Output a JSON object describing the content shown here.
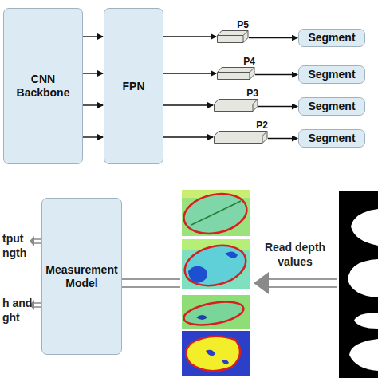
{
  "diagram": {
    "nodes": [
      {
        "text": [
          "CNN Backbone"
        ]
      },
      {
        "text": [
          "FPN"
        ]
      },
      {
        "text": [
          "P5"
        ]
      },
      {
        "text": [
          "P4"
        ]
      },
      {
        "text": [
          "P3"
        ]
      },
      {
        "text": [
          "P2"
        ]
      },
      {
        "text": [
          "Segment"
        ]
      },
      {
        "text": [
          "Segment"
        ]
      },
      {
        "text": [
          "Segment"
        ]
      },
      {
        "text": [
          "Segment"
        ]
      },
      {
        "text": [
          "Measurement Model"
        ]
      }
    ],
    "edges": [
      {
        "from": 0,
        "to": 1,
        "arrow": "to"
      },
      {
        "from": 0,
        "to": 1,
        "arrow": "to"
      },
      {
        "from": 0,
        "to": 1,
        "arrow": "to"
      },
      {
        "from": 0,
        "to": 1,
        "arrow": "to"
      },
      {
        "from": 1,
        "to": 2,
        "arrow": "to"
      },
      {
        "from": 1,
        "to": 3,
        "arrow": "to"
      },
      {
        "from": 1,
        "to": 4,
        "arrow": "to"
      },
      {
        "from": 1,
        "to": 5,
        "arrow": "to"
      },
      {
        "from": 2,
        "to": 6,
        "arrow": "to"
      },
      {
        "from": 3,
        "to": 7,
        "arrow": "to"
      },
      {
        "from": 4,
        "to": 8,
        "arrow": "to"
      },
      {
        "from": 5,
        "to": 9,
        "arrow": "to"
      }
    ],
    "labels": [
      "tput ngth",
      "h and ght",
      "Read depth values"
    ]
  }
}
